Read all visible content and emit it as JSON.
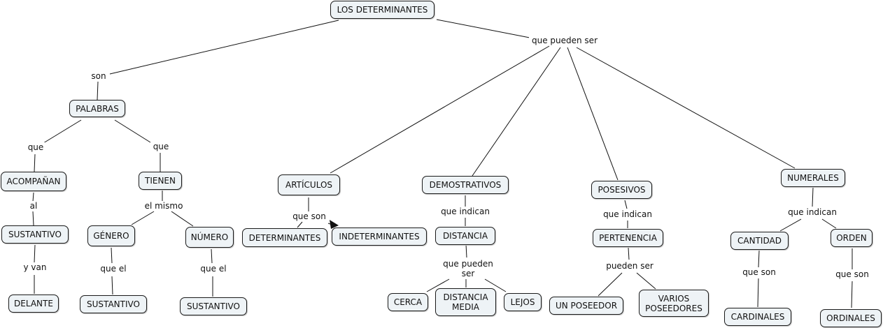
{
  "concept_map": {
    "title": "LOS DETERMINANTES",
    "nodes": {
      "root": "LOS DETERMINANTES",
      "palabras": "PALABRAS",
      "acompanan": "ACOMPAÑAN",
      "sustantivo1": "SUSTANTIVO",
      "delante": "DELANTE",
      "tienen": "TIENEN",
      "genero": "GÉNERO",
      "numero": "NÚMERO",
      "sustantivo2": "SUSTANTIVO",
      "sustantivo3": "SUSTANTIVO",
      "articulos": "ARTÍCULOS",
      "determinantes": "DETERMINANTES",
      "indeterminantes": "INDETERMINANTES",
      "demostrativos": "DEMOSTRATIVOS",
      "distancia": "DISTANCIA",
      "cerca": "CERCA",
      "distancia_media": "DISTANCIA\nMEDIA",
      "lejos": "LEJOS",
      "posesivos": "POSESIVOS",
      "pertenencia": "PERTENENCIA",
      "un_poseedor": "UN POSEEDOR",
      "varios_poseedores": "VARIOS\nPOSEEDORES",
      "numerales": "NUMERALES",
      "cantidad": "CANTIDAD",
      "orden": "ORDEN",
      "cardinales": "CARDINALES",
      "ordinales": "ORDINALES"
    },
    "link_labels": {
      "son": "son",
      "que_pueden_ser": "que pueden ser",
      "que_left": "que",
      "que_right": "que",
      "al": "al",
      "y_van": "y van",
      "el_mismo": "el mismo",
      "que_el_1": "que el",
      "que_el_2": "que el",
      "que_son_art": "que son",
      "que_indican_dem": "que indican",
      "que_pueden_ser_dist": "que pueden\nser",
      "que_indican_pos": "que indican",
      "pueden_ser_pos": "pueden ser",
      "que_indican_num": "que indican",
      "que_son_cant": "que son",
      "que_son_ord": "que son"
    }
  }
}
